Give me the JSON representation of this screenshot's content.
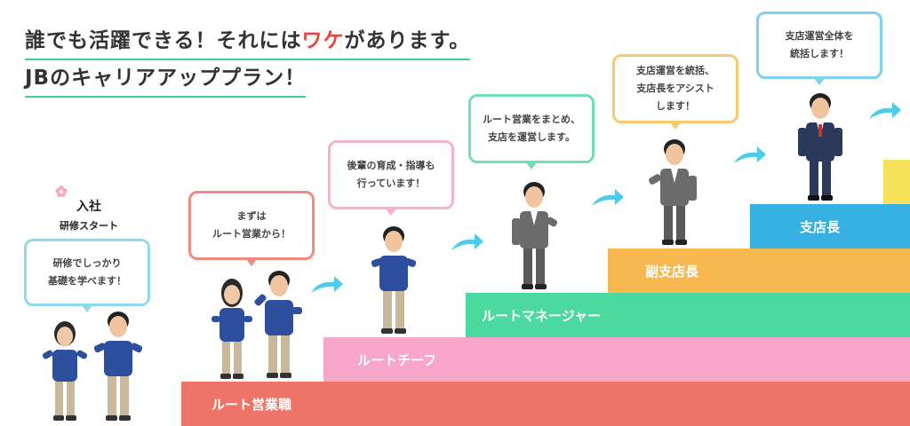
{
  "headline": {
    "line1_before": "誰でも活躍できる！それには",
    "line1_accent": "ワケ",
    "line1_after": "があります。",
    "line2": "JBのキャリアアッププラン！"
  },
  "start": {
    "title": "入社",
    "subtitle": "研修スタート"
  },
  "steps": [
    {
      "label": "ルート営業職",
      "color": "#ee7468"
    },
    {
      "label": "ルートチーフ",
      "color": "#f6a6c8"
    },
    {
      "label": "ルートマネージャー",
      "color": "#4bd9a0"
    },
    {
      "label": "副支店長",
      "color": "#f7b851"
    },
    {
      "label": "支店長",
      "color": "#36b0e0"
    }
  ],
  "bubbles": [
    {
      "line1": "研修でしっかり",
      "line2": "基礎を学べます！"
    },
    {
      "line1": "まずは",
      "line2": "ルート営業から！"
    },
    {
      "line1": "後輩の育成・指導も",
      "line2": "行っています！"
    },
    {
      "line1": "ルート営業をまとめ、",
      "line2": "支店を運営します。"
    },
    {
      "line1": "支店運営を統括、",
      "line2": "支店長をアシスト",
      "line3": "します！"
    },
    {
      "line1": "支店運営全体を",
      "line2": "統括します！"
    }
  ],
  "icons": [
    "flower-icon",
    "arrow-icon",
    "person-icon"
  ]
}
